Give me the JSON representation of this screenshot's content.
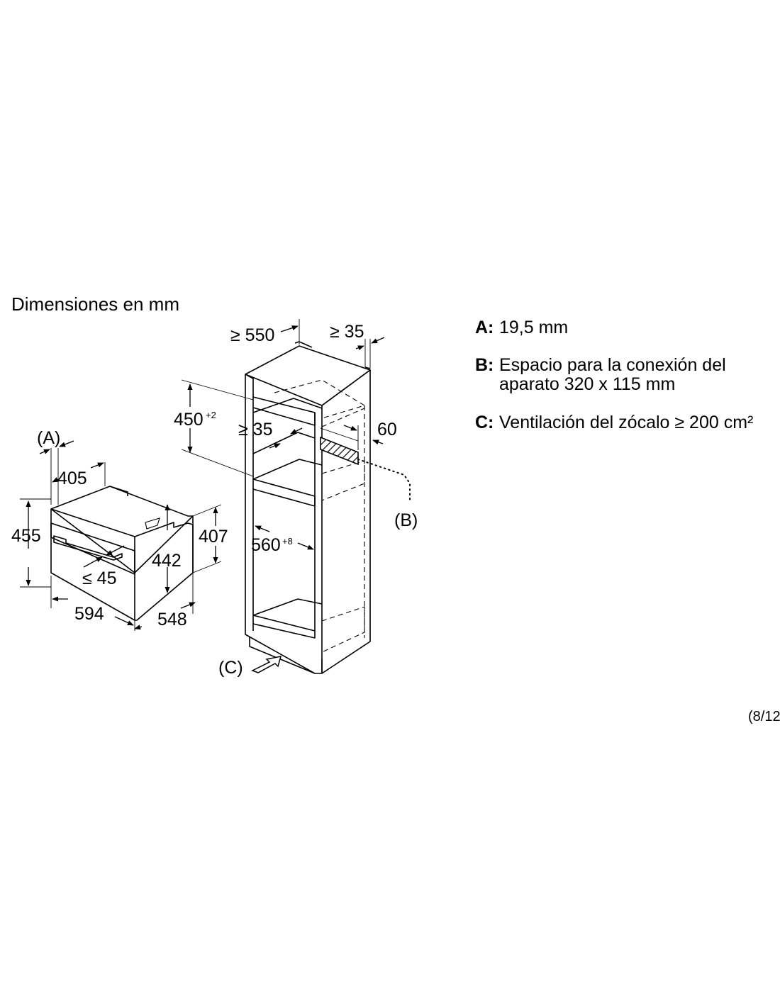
{
  "title": "Dimensiones en mm",
  "page_indicator": "(8/12",
  "oven_dimensions": {
    "label_a": "(A)",
    "depth_a": "405",
    "height_total": "455",
    "height_body": "407",
    "height_inner": "442",
    "door_gap": "≤ 45",
    "width": "594",
    "depth": "548"
  },
  "cabinet_dimensions": {
    "depth_min": "≥ 550",
    "back_gap": "≥ 35",
    "niche_height": "450",
    "niche_height_tol": "+2",
    "gap_inner": "≥ 35",
    "rear_60": "60",
    "width_niche": "560",
    "width_niche_tol": "+8",
    "label_b": "(B)",
    "label_c": "(C)"
  },
  "legend": [
    {
      "key": "A:",
      "text": [
        "19,5 mm"
      ]
    },
    {
      "key": "B:",
      "text": [
        "Espacio para la conexión del",
        "aparato 320 x 115 mm"
      ]
    },
    {
      "key": "C:",
      "text": [
        "Ventilación del zócalo ≥ 200 cm²"
      ]
    }
  ],
  "icons": {
    "hatch": "connection-area-hatch",
    "arrow": "ventilation-arrow"
  }
}
